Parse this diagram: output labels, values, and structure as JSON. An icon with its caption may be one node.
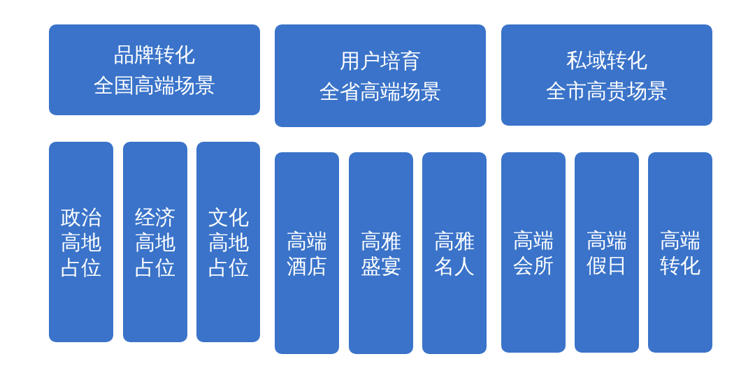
{
  "diagram": {
    "nodes": [
      {
        "text": [
          "品牌转化",
          "全国高端场景"
        ]
      },
      {
        "text": [
          "用户培育",
          "全省高端场景"
        ]
      },
      {
        "text": [
          "私域转化",
          "全市高贵场景"
        ]
      },
      {
        "text": [
          "政治高地占位"
        ]
      },
      {
        "text": [
          "经济高地占位"
        ]
      },
      {
        "text": [
          "文化高地占位"
        ]
      },
      {
        "text": [
          "高端酒店"
        ]
      },
      {
        "text": [
          "高雅盛宴"
        ]
      },
      {
        "text": [
          "高雅名人"
        ]
      },
      {
        "text": [
          "高端会所"
        ]
      },
      {
        "text": [
          "高端假日"
        ]
      },
      {
        "text": [
          "高端转化"
        ]
      }
    ]
  }
}
